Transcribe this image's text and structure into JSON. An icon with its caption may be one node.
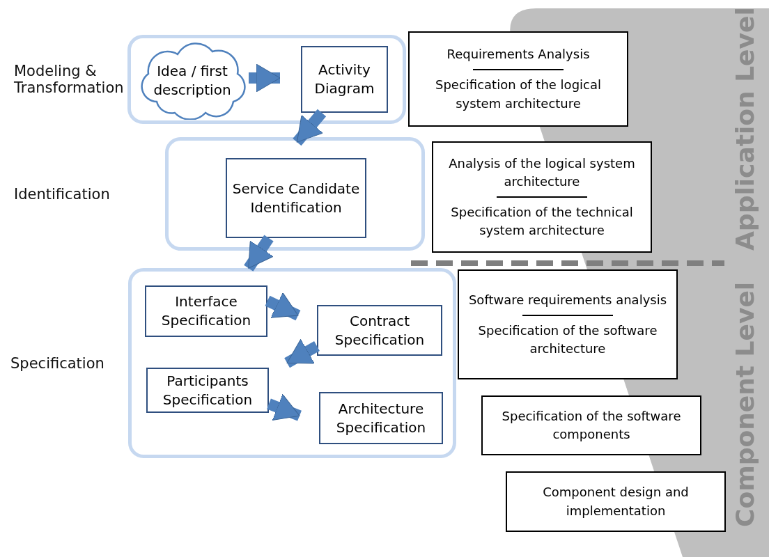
{
  "diagram": {
    "nodes": [
      {
        "text": [
          "Modeling & Transformation"
        ]
      },
      {
        "text": [
          "Idea / first description"
        ],
        "in": 0
      },
      {
        "text": [
          "Activity Diagram"
        ],
        "in": 0
      },
      {
        "text": [
          "Identification"
        ]
      },
      {
        "text": [
          "Service Candidate Identification"
        ],
        "in": 3
      },
      {
        "text": [
          "Specification"
        ]
      },
      {
        "text": [
          "Interface Specification"
        ],
        "in": 5
      },
      {
        "text": [
          "Contract Specification"
        ],
        "in": 5
      },
      {
        "text": [
          "Participants Specification"
        ],
        "in": 5
      },
      {
        "text": [
          "Architecture Specification"
        ],
        "in": 5
      },
      {
        "text": [
          "Requirements Analysis",
          "Specification of the logical system architecture"
        ]
      },
      {
        "text": [
          "Analysis of the logical system architecture",
          "Specification of the technical system architecture"
        ]
      },
      {
        "text": [
          "Software requirements analysis",
          "Specification of the software architecture"
        ]
      },
      {
        "text": [
          "Specification of the software components"
        ]
      },
      {
        "text": [
          "Component design and implementation"
        ]
      }
    ],
    "edges": [
      {
        "from": 1,
        "to": 2,
        "arrow": "to"
      },
      {
        "from": 2,
        "to": 4,
        "arrow": "to"
      },
      {
        "from": 4,
        "to": 6,
        "arrow": "to"
      },
      {
        "from": 6,
        "to": 7,
        "arrow": "to"
      },
      {
        "from": 7,
        "to": 8,
        "arrow": "to"
      },
      {
        "from": 8,
        "to": 9,
        "arrow": "to"
      }
    ],
    "labels": [
      "Application Level",
      "Component Level"
    ]
  }
}
